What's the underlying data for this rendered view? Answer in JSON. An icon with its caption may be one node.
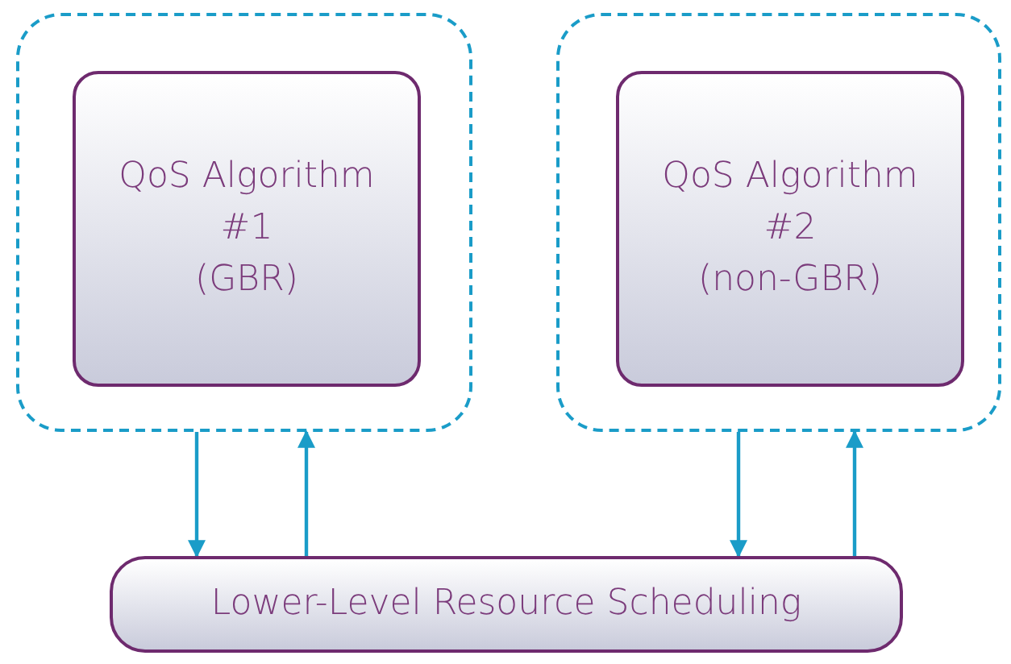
{
  "diagram": {
    "nodes": [
      {
        "text": [],
        "shape": "box"
      },
      {
        "text": [
          "QoS Algorithm #1 (GBR)"
        ],
        "in": 0
      },
      {
        "text": [],
        "shape": "box"
      },
      {
        "text": [
          "QoS Algorithm #2 (non-GBR)"
        ],
        "in": 2
      },
      {
        "text": [
          "Lower-Level Resource Scheduling"
        ]
      }
    ],
    "edges": [
      {
        "from": 0,
        "to": 4,
        "arrow": "to"
      },
      {
        "from": 4,
        "to": 0,
        "arrow": "to"
      },
      {
        "from": 2,
        "to": 4,
        "arrow": "to"
      },
      {
        "from": 4,
        "to": 2,
        "arrow": "to"
      }
    ]
  }
}
